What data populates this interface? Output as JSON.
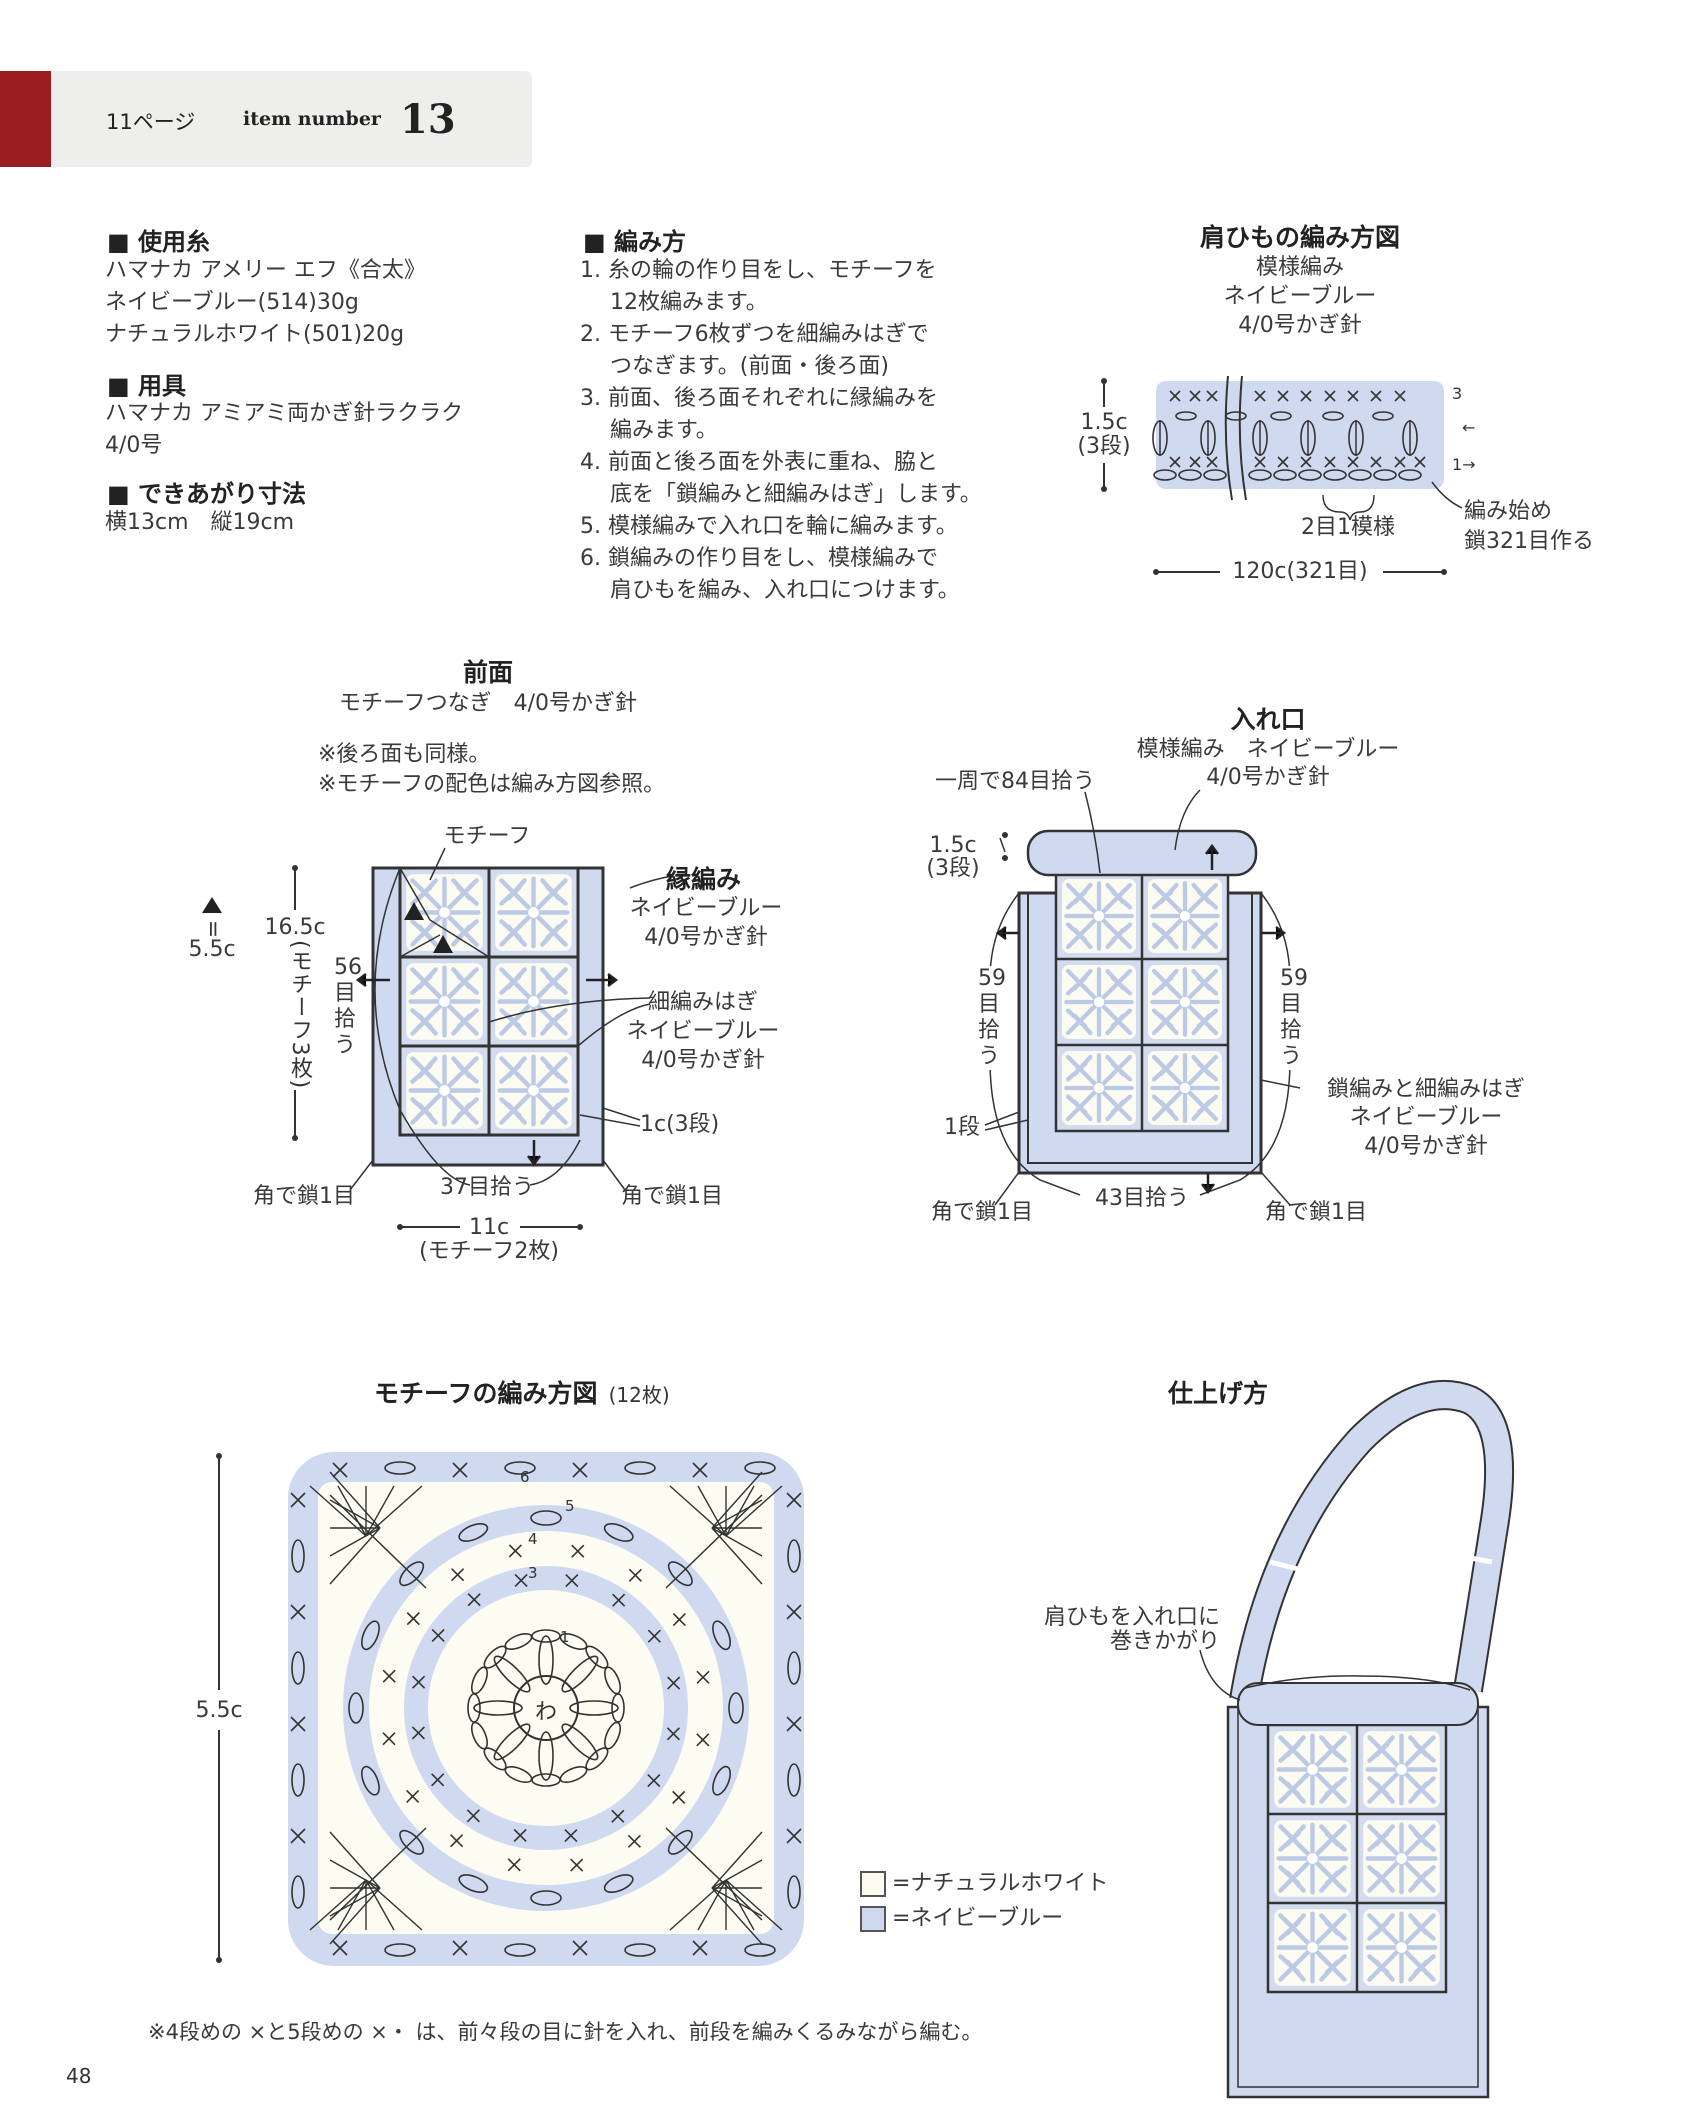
{
  "header": {
    "page_ref": "11ページ",
    "item_label": "item number",
    "item_number": "13"
  },
  "materials": {
    "yarn_heading": "使用糸",
    "yarn_lines": [
      "ハマナカ アメリー エフ《合太》",
      "ネイビーブルー(514)30g",
      "ナチュラルホワイト(501)20g"
    ],
    "tools_heading": "用具",
    "tools_lines": [
      "ハマナカ アミアミ両かぎ針ラクラク",
      "4/0号"
    ],
    "size_heading": "できあがり寸法",
    "size_line": "横13cm　縦19cm"
  },
  "instructions": {
    "heading": "編み方",
    "steps": [
      [
        "1.",
        "糸の輪の作り目をし、モチーフを",
        "12枚編みます。"
      ],
      [
        "2.",
        "モチーフ6枚ずつを細編みはぎで",
        "つなぎます。(前面・後ろ面)"
      ],
      [
        "3.",
        "前面、後ろ面それぞれに縁編みを",
        "編みます。"
      ],
      [
        "4.",
        "前面と後ろ面を外表に重ね、脇と",
        "底を「鎖編みと細編みはぎ」します。"
      ],
      [
        "5.",
        "模様編みで入れ口を輪に編みます。"
      ],
      [
        "6.",
        "鎖編みの作り目をし、模様編みで",
        "肩ひもを編み、入れ口につけます。"
      ]
    ]
  },
  "strap": {
    "title": "肩ひもの編み方図",
    "sub": [
      "模様編み",
      "ネイビーブルー",
      "4/0号かぎ針"
    ],
    "height": "1.5c",
    "rows": "(3段)",
    "row3": "3",
    "row2": "←",
    "row1": "1→",
    "repeat": "2目1模様",
    "start": [
      "編み始め",
      "鎖321目作る"
    ],
    "width": "120c(321目)"
  },
  "front": {
    "title": "前面",
    "sub": "モチーフつなぎ　4/0号かぎ針",
    "notes": [
      "※後ろ面も同様。",
      "※モチーフの配色は編み方図参照。"
    ],
    "motif_label": "モチーフ",
    "edge_label": "縁編み",
    "edge_color": "ネイビーブルー",
    "edge_hook": "4/0号かぎ針",
    "join_label": "細編みはぎ",
    "join_color": "ネイビーブルー",
    "join_hook": "4/0号かぎ針",
    "edge_width": "1c(3段)",
    "bottom_pick": "37目拾う",
    "corner_left": "角で鎖1目",
    "corner_right": "角で鎖1目",
    "width": "11c",
    "width_sub": "(モチーフ2枚)",
    "height": "16.5c",
    "height_sub": "(モチーフ3枚)",
    "side_pick": "56目拾う",
    "triangle_eq": "=",
    "triangle_value": "5.5c"
  },
  "opening": {
    "title": "入れ口",
    "sub1": "模様編み　ネイビーブルー",
    "sub2": "4/0号かぎ針",
    "round_pick": "一周で84目拾う",
    "height": "1.5c",
    "rows": "(3段)",
    "left_pick": "59目拾う",
    "right_pick": "59目拾う",
    "one_row": "1段",
    "seam": [
      "鎖編みと細編みはぎ",
      "ネイビーブルー",
      "4/0号かぎ針"
    ],
    "bottom_pick": "43目拾う",
    "corner_left": "角で鎖1目",
    "corner_right": "角で鎖1目"
  },
  "motif_chart": {
    "title": "モチーフの編み方図",
    "count": "(12枚)",
    "size": "5.5c",
    "center": "わ",
    "row_labels": [
      "1",
      "3",
      "4",
      "5",
      "6"
    ]
  },
  "legend": {
    "items": [
      {
        "label": "=ナチュラルホワイト",
        "color": "#fbfbf0"
      },
      {
        "label": "=ネイビーブルー",
        "color": "#cdd8ee"
      }
    ]
  },
  "finish": {
    "title": "仕上げ方",
    "note": [
      "肩ひもを入れ口に",
      "巻きかがり"
    ]
  },
  "footnote": "※4段めの ×と5段めの ×・ は、前々段の目に針を入れ、前段を編みくるみながら編む。",
  "page_number": "48",
  "colors": {
    "accent": "#9b1c1f",
    "header_bg": "#eeeeec",
    "navy_blue_fill": "#cdd8ee",
    "natural_white_fill": "#fbfbf0",
    "line": "#333333"
  }
}
